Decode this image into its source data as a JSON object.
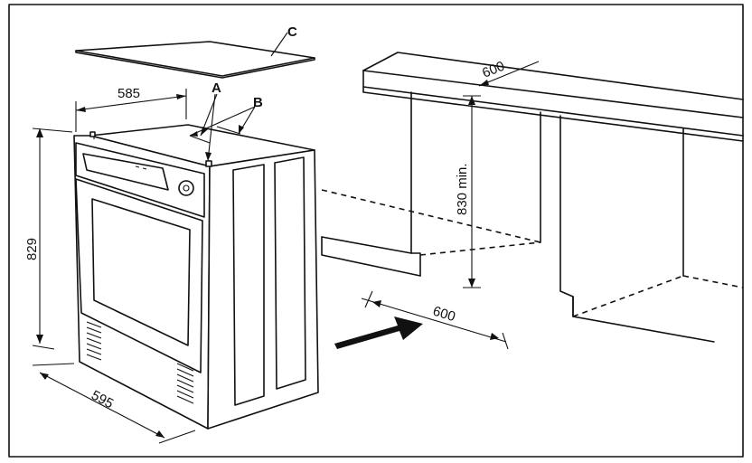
{
  "figure": {
    "labels": {
      "a": "A",
      "b": "B",
      "c": "C"
    },
    "dimensions": {
      "depth_top": "585",
      "height": "829",
      "width": "595",
      "niche_height": "830 min.",
      "niche_depth_top": "600",
      "niche_width_floor": "600"
    }
  },
  "colors": {
    "line": "#111111",
    "background": "#ffffff",
    "panel": "#e9e9e9"
  }
}
